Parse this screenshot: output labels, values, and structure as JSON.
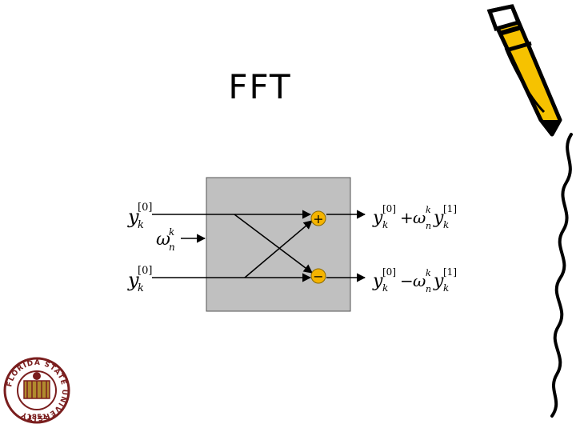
{
  "slide": {
    "title": "FFT"
  },
  "diagram": {
    "inputs": {
      "top": {
        "base": "y",
        "subscript": "k",
        "superscript": "[0]"
      },
      "twiddle": {
        "base": "ω",
        "subscript": "n",
        "superscript": "k"
      },
      "bottom": {
        "base": "y",
        "subscript": "k",
        "superscript": "[0]"
      }
    },
    "nodes": {
      "plus_symbol": "+",
      "minus_symbol": "−"
    },
    "outputs": {
      "top": {
        "term1_base": "y",
        "term1_sub": "k",
        "term1_sup": "[0]",
        "operator": "+",
        "term2_base": "ω",
        "term2_sub": "n",
        "term2_sup": "k",
        "term3_base": "y",
        "term3_sub": "k",
        "term3_sup": "[1]"
      },
      "bottom": {
        "term1_base": "y",
        "term1_sub": "k",
        "term1_sup": "[0]",
        "operator": "−",
        "term2_base": "ω",
        "term2_sub": "n",
        "term2_sup": "k",
        "term3_base": "y",
        "term3_sub": "k",
        "term3_sup": "[1]"
      }
    },
    "colors": {
      "box_fill": "#c0c0c0",
      "node_fill": "#f5b400"
    }
  },
  "logo": {
    "ring_text": "FLORIDA STATE UNIVERSITY",
    "year": "1851"
  }
}
